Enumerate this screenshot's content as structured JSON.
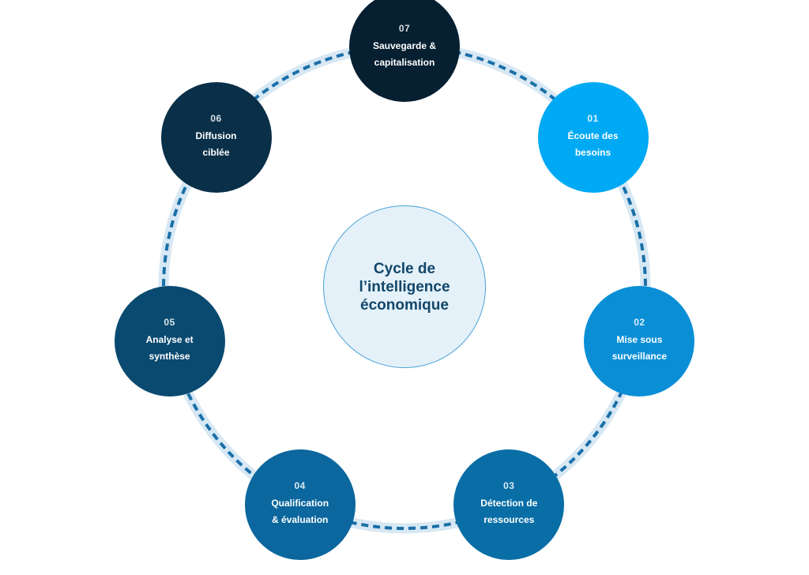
{
  "center": {
    "title": "Cycle de\nl’intelligence\néconomique"
  },
  "colors": {
    "ring_track": "#d7e8f4",
    "ring_dash": "#1a6fa8",
    "hub_fill": "#e4f1f9",
    "hub_border": "#4da3d8",
    "hub_text": "#12466a"
  },
  "steps": [
    {
      "number": "01",
      "label": "Écoute des\nbesoins",
      "color": "#00a9f4"
    },
    {
      "number": "02",
      "label": "Mise sous\nsurveillance",
      "color": "#0a8fd6"
    },
    {
      "number": "03",
      "label": "Détection de\nressources",
      "color": "#0a6ea6"
    },
    {
      "number": "04",
      "label": "Qualification\n& évaluation",
      "color": "#0b679d"
    },
    {
      "number": "05",
      "label": "Analyse et\nsynthèse",
      "color": "#0a4a70"
    },
    {
      "number": "06",
      "label": "Diffusion\nciblée",
      "color": "#0a2f48"
    },
    {
      "number": "07",
      "label": "Sauvegarde &\ncapitalisation",
      "color": "#061f31"
    }
  ]
}
